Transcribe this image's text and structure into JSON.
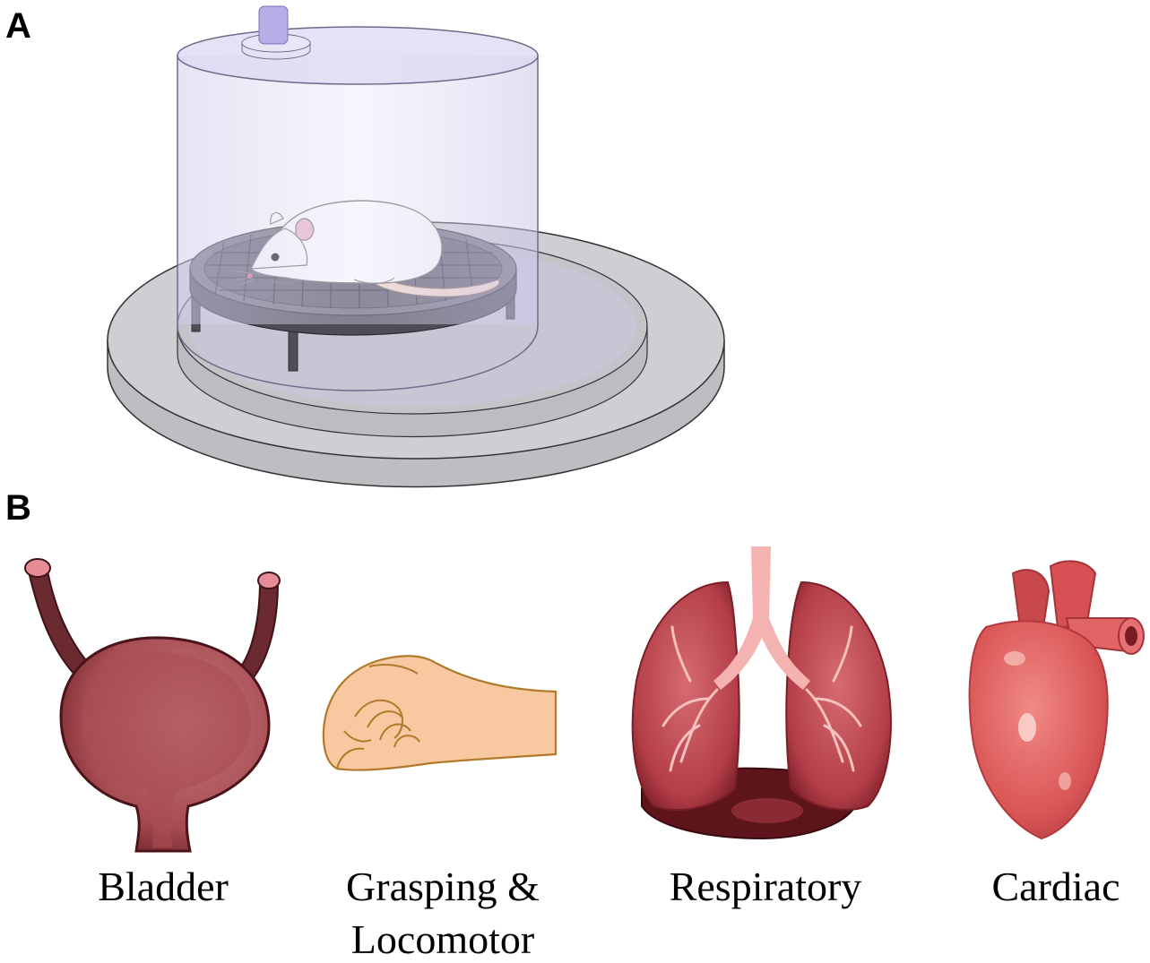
{
  "panels": {
    "a": {
      "letter": "A"
    },
    "b": {
      "letter": "B"
    }
  },
  "organs": [
    {
      "id": "bladder",
      "label_lines": [
        "Bladder"
      ]
    },
    {
      "id": "grasping-locomotor",
      "label_lines": [
        "Grasping &",
        "Locomotor"
      ]
    },
    {
      "id": "respiratory",
      "label_lines": [
        "Respiratory"
      ]
    },
    {
      "id": "cardiac",
      "label_lines": [
        "Cardiac"
      ]
    }
  ],
  "colors": {
    "chamber_glass": "#d9d4f0",
    "chamber_edge": "#6b6b8a",
    "base_plate": "#cfcfd3",
    "grid_platform": "#5a5a66",
    "bladder": "#a84c52",
    "hand_skin": "#f8c9a0",
    "lung": "#b3404a",
    "heart": "#dc5a5a"
  }
}
